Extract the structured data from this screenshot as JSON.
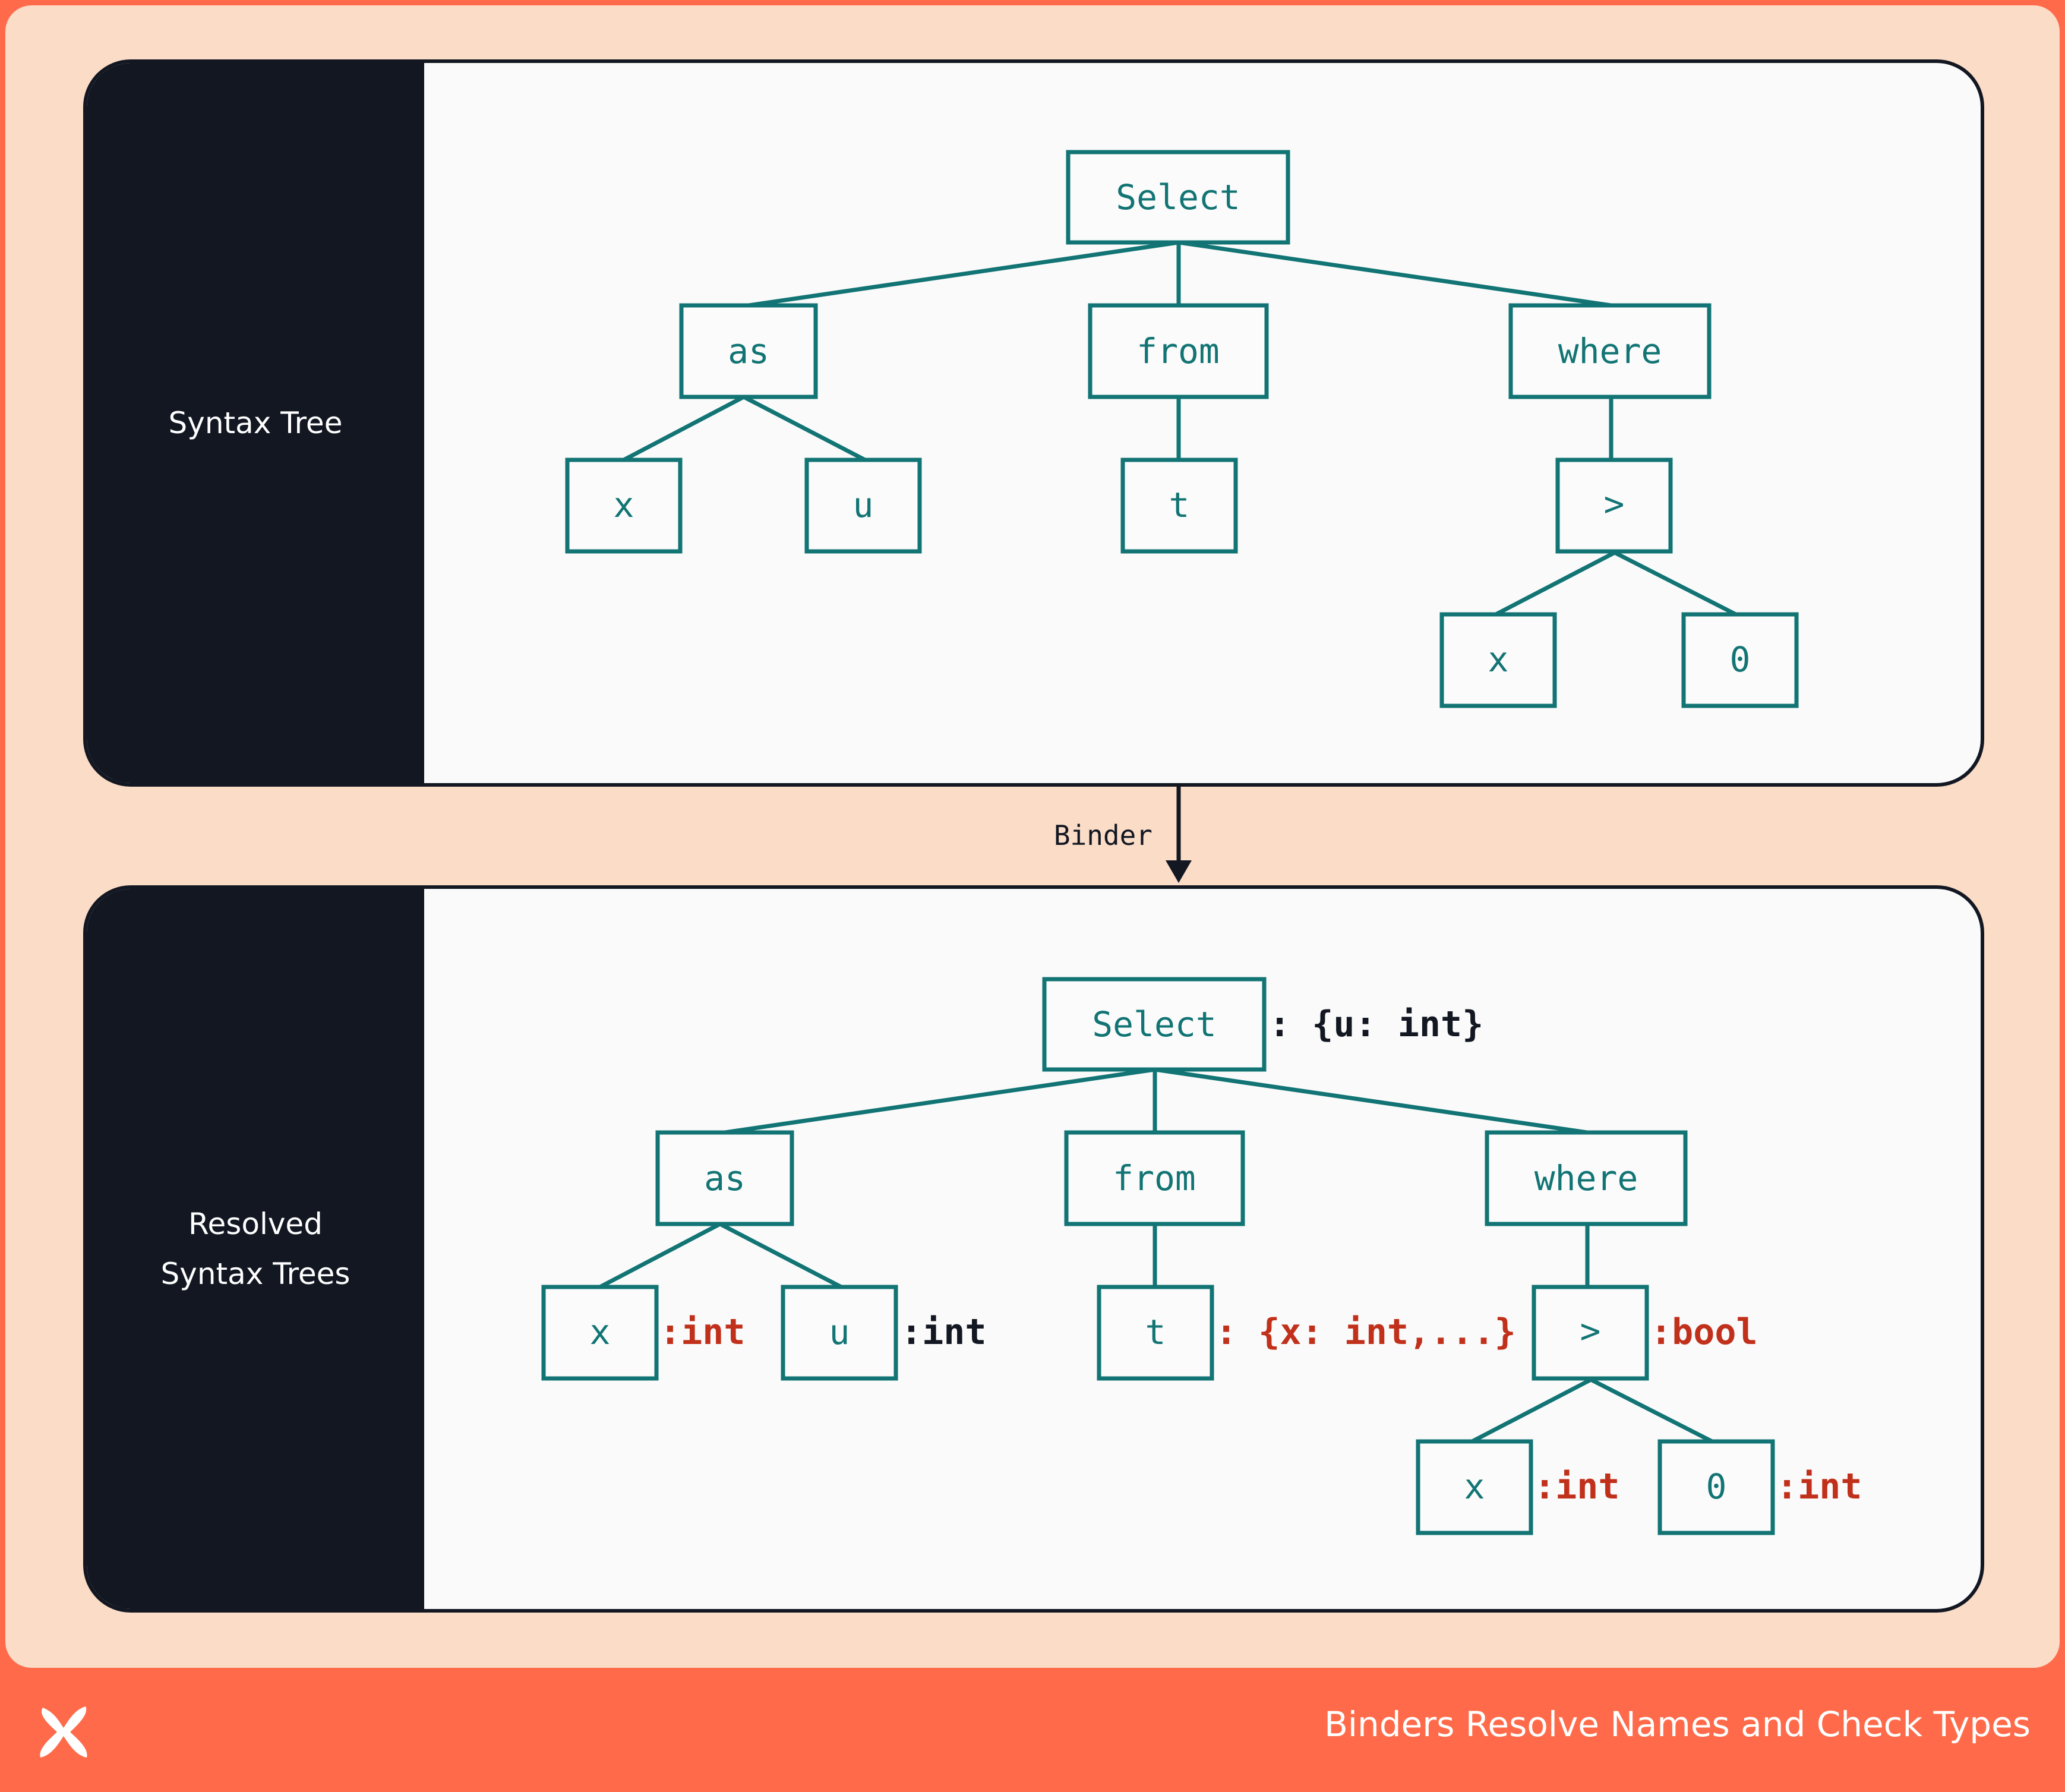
{
  "footer": {
    "title": "Binders Resolve Names and Check Types",
    "logo_icon": "x-logo-icon"
  },
  "connector": {
    "label": "Binder"
  },
  "colors": {
    "teal": "#127474",
    "dark": "#121722",
    "red": "#c0301a",
    "peach": "#fadcc7",
    "orange": "#ff6b4a"
  },
  "panels": [
    {
      "label_lines": [
        "Syntax Tree"
      ],
      "nodes": [
        "Select",
        "as",
        "from",
        "where",
        "x",
        "u",
        "t",
        ">",
        "x",
        "0"
      ]
    },
    {
      "label_lines": [
        "Resolved",
        "Syntax Trees"
      ],
      "nodes": [
        "Select",
        "as",
        "from",
        "where",
        "x",
        "u",
        "t",
        ">",
        "x",
        "0"
      ],
      "annotations": [
        {
          "node": "Select",
          "text": ": {u: int}",
          "color": "dark"
        },
        {
          "node": "x",
          "text": ":int",
          "color": "red"
        },
        {
          "node": "u",
          "text": ":int",
          "color": "dark"
        },
        {
          "node": "t",
          "text": ": {x: int,...}",
          "color": "red"
        },
        {
          "node": ">",
          "text": ":bool",
          "color": "red"
        },
        {
          "node": "x",
          "text": ":int",
          "color": "red"
        },
        {
          "node": "0",
          "text": ":int",
          "color": "red"
        }
      ]
    }
  ]
}
